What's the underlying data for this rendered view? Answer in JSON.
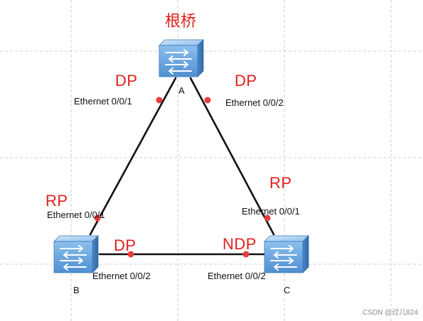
{
  "topology": {
    "root_label": "根桥",
    "nodes": [
      {
        "id": "A",
        "label": "A"
      },
      {
        "id": "B",
        "label": "B"
      },
      {
        "id": "C",
        "label": "C"
      }
    ],
    "links": [
      {
        "from": "A",
        "to": "B"
      },
      {
        "from": "A",
        "to": "C"
      },
      {
        "from": "B",
        "to": "C"
      }
    ],
    "ports": {
      "a_port1": {
        "interface": "Ethernet 0/0/1",
        "role": "DP"
      },
      "a_port2": {
        "interface": "Ethernet 0/0/2",
        "role": "DP"
      },
      "b_port1": {
        "interface": "Ethernet 0/0/1",
        "role": "RP"
      },
      "b_port2": {
        "interface": "Ethernet 0/0/2",
        "role": "DP"
      },
      "c_port1": {
        "interface": "Ethernet 0/0/1",
        "role": "RP"
      },
      "c_port2": {
        "interface": "Ethernet 0/0/2",
        "role": "NDP"
      }
    },
    "colors": {
      "role_text": "#e0201c",
      "port_dot": "#e83b3b",
      "link": "#111111",
      "grid": "#cfcfcf",
      "switch_body": "#6fa9de",
      "switch_dark": "#3f78b8"
    }
  },
  "watermark": "CSDN @过儿824"
}
